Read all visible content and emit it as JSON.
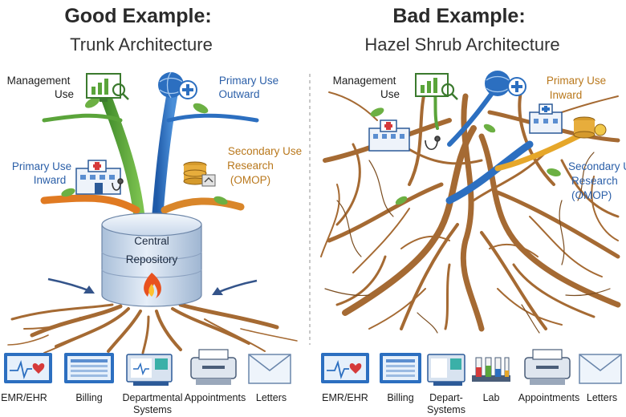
{
  "colors": {
    "trunk_green": "#5aa43a",
    "trunk_blue": "#2c6fc0",
    "trunk_orange": "#e07a22",
    "root_brown": "#a56a33",
    "root_dark": "#6b4219",
    "repo_body": "#c9d8ea",
    "label_blue": "#2b5fa8",
    "label_gold": "#b9781c",
    "divider": "#9a9a9a"
  },
  "good": {
    "title": "Good Example:",
    "subtitle": "Trunk Architecture",
    "label_management_1": "Management",
    "label_management_2": "Use",
    "label_primary_out_1": "Primary Use",
    "label_primary_out_2": "Outward",
    "label_primary_in_1": "Primary Use",
    "label_primary_in_2": "Inward",
    "label_secondary_1": "Secondary Use",
    "label_secondary_2": "Research",
    "label_secondary_3": "(OMOP)",
    "repository_line1": "Central",
    "repository_line2": "Repository",
    "sources": [
      {
        "label": "EMR/EHR",
        "icon": "monitor-heart-icon"
      },
      {
        "label": "Billing",
        "icon": "billing-screen-icon"
      },
      {
        "label": "Departmental",
        "label2": "Systems",
        "icon": "department-monitor-icon"
      },
      {
        "label": "Appointments",
        "icon": "printer-icon"
      },
      {
        "label": "Letters",
        "icon": "envelope-icon"
      }
    ]
  },
  "bad": {
    "title": "Bad Example:",
    "subtitle": "Hazel Shrub Architecture",
    "label_management_1": "Management",
    "label_management_2": "Use",
    "label_primary_in_1": "Primary Use",
    "label_primary_in_2": "Inward",
    "label_secondary_1": "Secondary U",
    "label_secondary_2": "Research",
    "label_secondary_3": "(OMOP)",
    "sources": [
      {
        "label": "EMR/EHR",
        "icon": "monitor-heart-icon"
      },
      {
        "label": "Billing",
        "icon": "billing-screen-icon"
      },
      {
        "label": "Depart-",
        "label2": "Systems",
        "icon": "department-monitor-icon"
      },
      {
        "label": "Lab",
        "icon": "test-tubes-icon"
      },
      {
        "label": "Appointments",
        "icon": "printer-icon"
      },
      {
        "label": "Letters",
        "icon": "envelope-icon"
      }
    ]
  }
}
